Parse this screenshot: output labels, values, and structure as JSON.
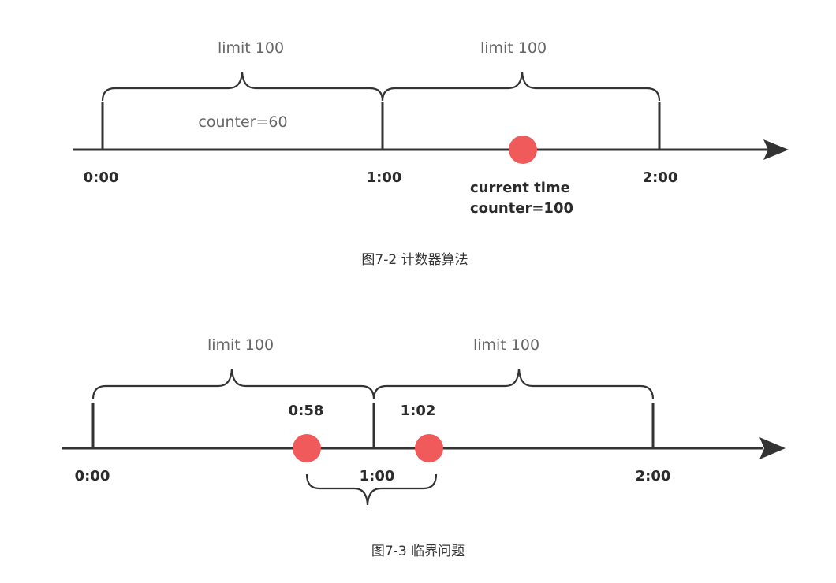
{
  "figure1": {
    "window1_label": "limit 100",
    "window2_label": "limit 100",
    "counter_label": "counter=60",
    "tick_labels": [
      "0:00",
      "1:00",
      "2:00"
    ],
    "current_time_label": "current time",
    "current_counter_label": "counter=100",
    "caption": "图7-2 计数器算法"
  },
  "figure2": {
    "window1_label": "limit 100",
    "window2_label": "limit 100",
    "point1_label": "0:58",
    "point2_label": "1:02",
    "tick_labels": [
      "0:00",
      "1:00",
      "2:00"
    ],
    "caption": "图7-3 临界问题"
  },
  "colors": {
    "point": "#f05a5a",
    "axis": "#333333",
    "brace": "#333333"
  }
}
